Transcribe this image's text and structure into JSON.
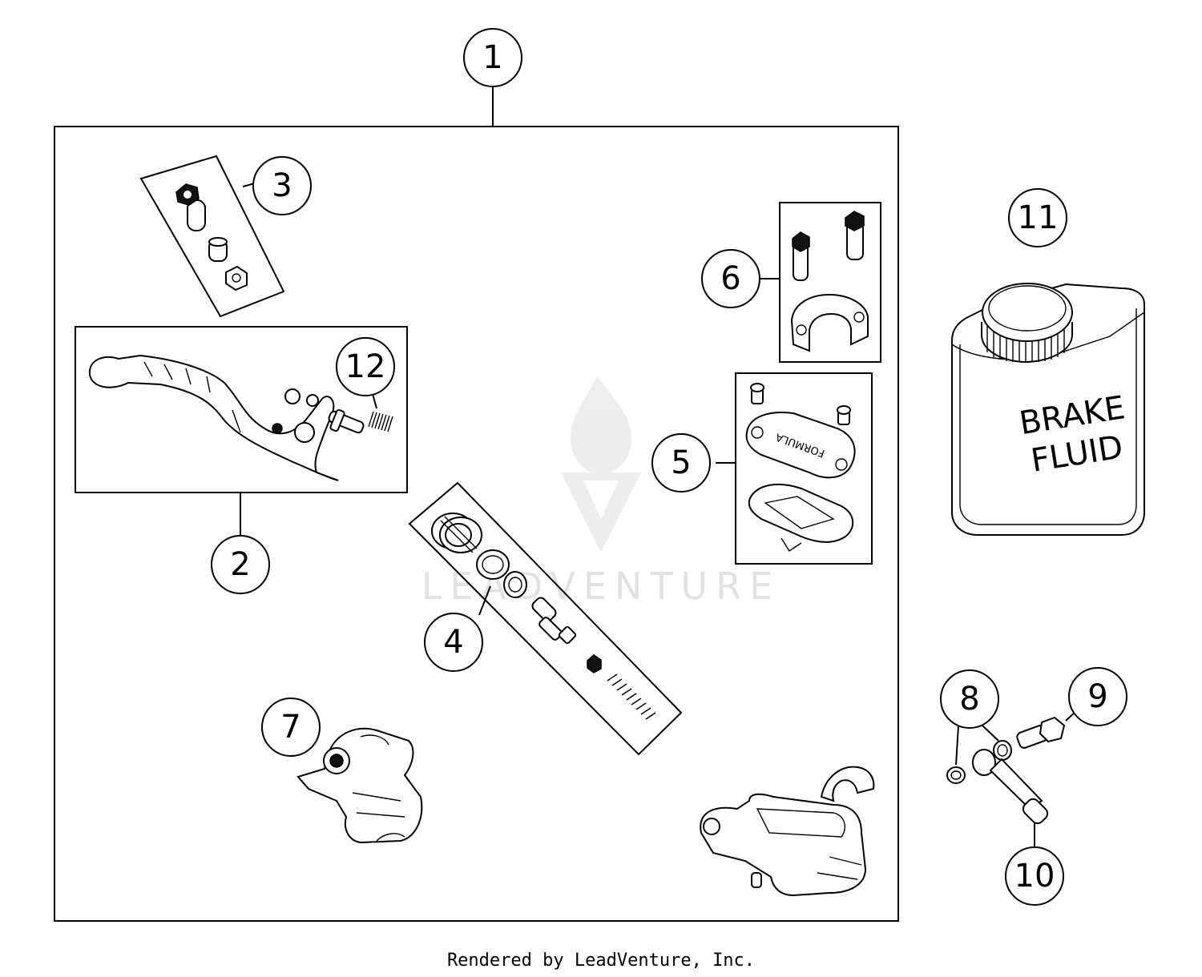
{
  "callouts": [
    {
      "num": "1"
    },
    {
      "num": "2"
    },
    {
      "num": "3"
    },
    {
      "num": "4"
    },
    {
      "num": "5"
    },
    {
      "num": "6"
    },
    {
      "num": "7"
    },
    {
      "num": "8"
    },
    {
      "num": "9"
    },
    {
      "num": "10"
    },
    {
      "num": "11"
    },
    {
      "num": "12"
    }
  ],
  "fluid_can": {
    "line1": "BRAKE",
    "line2": "FLUID"
  },
  "reservoir_cap_text": "FORMULA",
  "watermark": {
    "text": "LEADVENTURE",
    "icon": "leadventure-flame-logo"
  },
  "footer": {
    "credit": "Rendered by LeadVenture, Inc."
  }
}
